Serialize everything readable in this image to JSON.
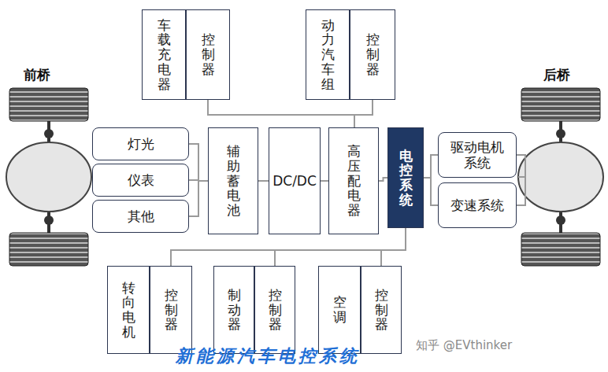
{
  "diagram": {
    "caption": "新能源汽车电控系统",
    "nodes": [
      {
        "text": [
          "车载充电器"
        ]
      },
      {
        "text": [
          "控制器"
        ]
      },
      {
        "text": [
          "动力汽车组"
        ]
      },
      {
        "text": [
          "控制器"
        ]
      },
      {
        "text": [
          "灯光"
        ]
      },
      {
        "text": [
          "仪表"
        ]
      },
      {
        "text": [
          "其他"
        ]
      },
      {
        "text": [
          "辅助蓄电池"
        ]
      },
      {
        "text": [
          "DC/DC"
        ]
      },
      {
        "text": [
          "高压配电器"
        ]
      },
      {
        "text": [
          "电控系统"
        ]
      },
      {
        "text": [
          "驱动电机系统"
        ]
      },
      {
        "text": [
          "变速系统"
        ]
      },
      {
        "text": [
          "转向电机"
        ]
      },
      {
        "text": [
          "控制器"
        ]
      },
      {
        "text": [
          "制动器"
        ]
      },
      {
        "text": [
          "控制器"
        ]
      },
      {
        "text": [
          "空调"
        ]
      },
      {
        "text": [
          "控制器"
        ]
      }
    ],
    "edges": [
      {
        "from": 1,
        "to": 9,
        "arrow": "none"
      },
      {
        "from": 3,
        "to": 9,
        "arrow": "none"
      },
      {
        "from": 4,
        "to": 7,
        "arrow": "none"
      },
      {
        "from": 5,
        "to": 7,
        "arrow": "none"
      },
      {
        "from": 6,
        "to": 7,
        "arrow": "none"
      },
      {
        "from": 7,
        "to": 8,
        "arrow": "none"
      },
      {
        "from": 8,
        "to": 9,
        "arrow": "none"
      },
      {
        "from": 9,
        "to": 10,
        "arrow": "none"
      },
      {
        "from": 10,
        "to": 11,
        "arrow": "none"
      },
      {
        "from": 10,
        "to": 12,
        "arrow": "none"
      },
      {
        "from": 10,
        "to": 14,
        "arrow": "none"
      },
      {
        "from": 10,
        "to": 16,
        "arrow": "none"
      },
      {
        "from": 10,
        "to": 18,
        "arrow": "none"
      }
    ],
    "labels": [
      "前桥",
      "后桥",
      "知乎 @EVthinker"
    ]
  }
}
